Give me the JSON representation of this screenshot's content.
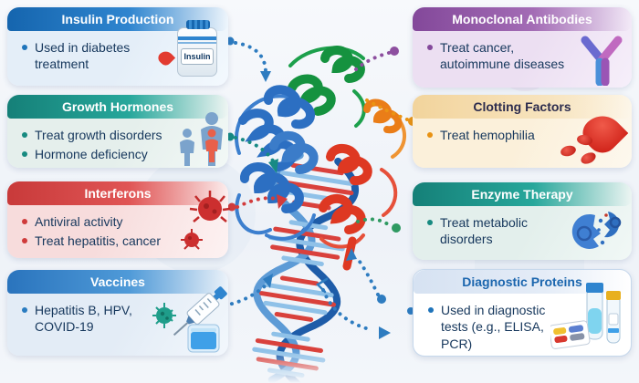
{
  "cards": {
    "left": [
      {
        "id": "insulin-production",
        "title": "Insulin Production",
        "bullets": [
          "Used in diabetes treatment"
        ],
        "icon": "insulin-vial-icon",
        "icon_label": "Insulin",
        "accent": "#1f74ba"
      },
      {
        "id": "growth-hormones",
        "title": "Growth Hormones",
        "bullets": [
          "Treat growth disorders",
          "Hormone deficiency"
        ],
        "icon": "growth-people-icon",
        "accent": "#178a80"
      },
      {
        "id": "interferons",
        "title": "Interferons",
        "bullets": [
          "Antiviral activity",
          "Treat hepatitis, cancer"
        ],
        "icon": "virus-icon",
        "accent": "#cf3b3b"
      },
      {
        "id": "vaccines",
        "title": "Vaccines",
        "bullets": [
          "Hepatitis B, HPV, COVID-19"
        ],
        "icon": "syringe-vial-icon",
        "accent": "#2a7cc0"
      }
    ],
    "right": [
      {
        "id": "monoclonal-antibodies",
        "title": "Monoclonal Antibodies",
        "bullets": [
          "Treat cancer, autoimmune diseases"
        ],
        "icon": "antibody-icon",
        "accent": "#84499b"
      },
      {
        "id": "clotting-factors",
        "title": "Clotting Factors",
        "bullets": [
          "Treat hemophilia"
        ],
        "icon": "blood-drop-icon",
        "accent": "#e89213"
      },
      {
        "id": "enzyme-therapy",
        "title": "Enzyme Therapy",
        "bullets": [
          "Treat metabolic disorders"
        ],
        "icon": "enzyme-icon",
        "accent": "#178a80"
      },
      {
        "id": "diagnostic-proteins",
        "title": "Diagnostic Proteins",
        "bullets": [
          "Used in diagnostic tests (e.g., ELISA, PCR)"
        ],
        "icon": "test-kit-icon",
        "accent": "#1b66ae"
      }
    ]
  },
  "center": {
    "icons": [
      "protein-ribbon-icon",
      "dna-helix-icon"
    ],
    "protein_colors": [
      "#2c6fc2",
      "#15923f",
      "#ea7d18",
      "#de3822"
    ],
    "dna_colors": [
      "#1e5ca8",
      "#5d9bd6",
      "#d9413c"
    ]
  }
}
